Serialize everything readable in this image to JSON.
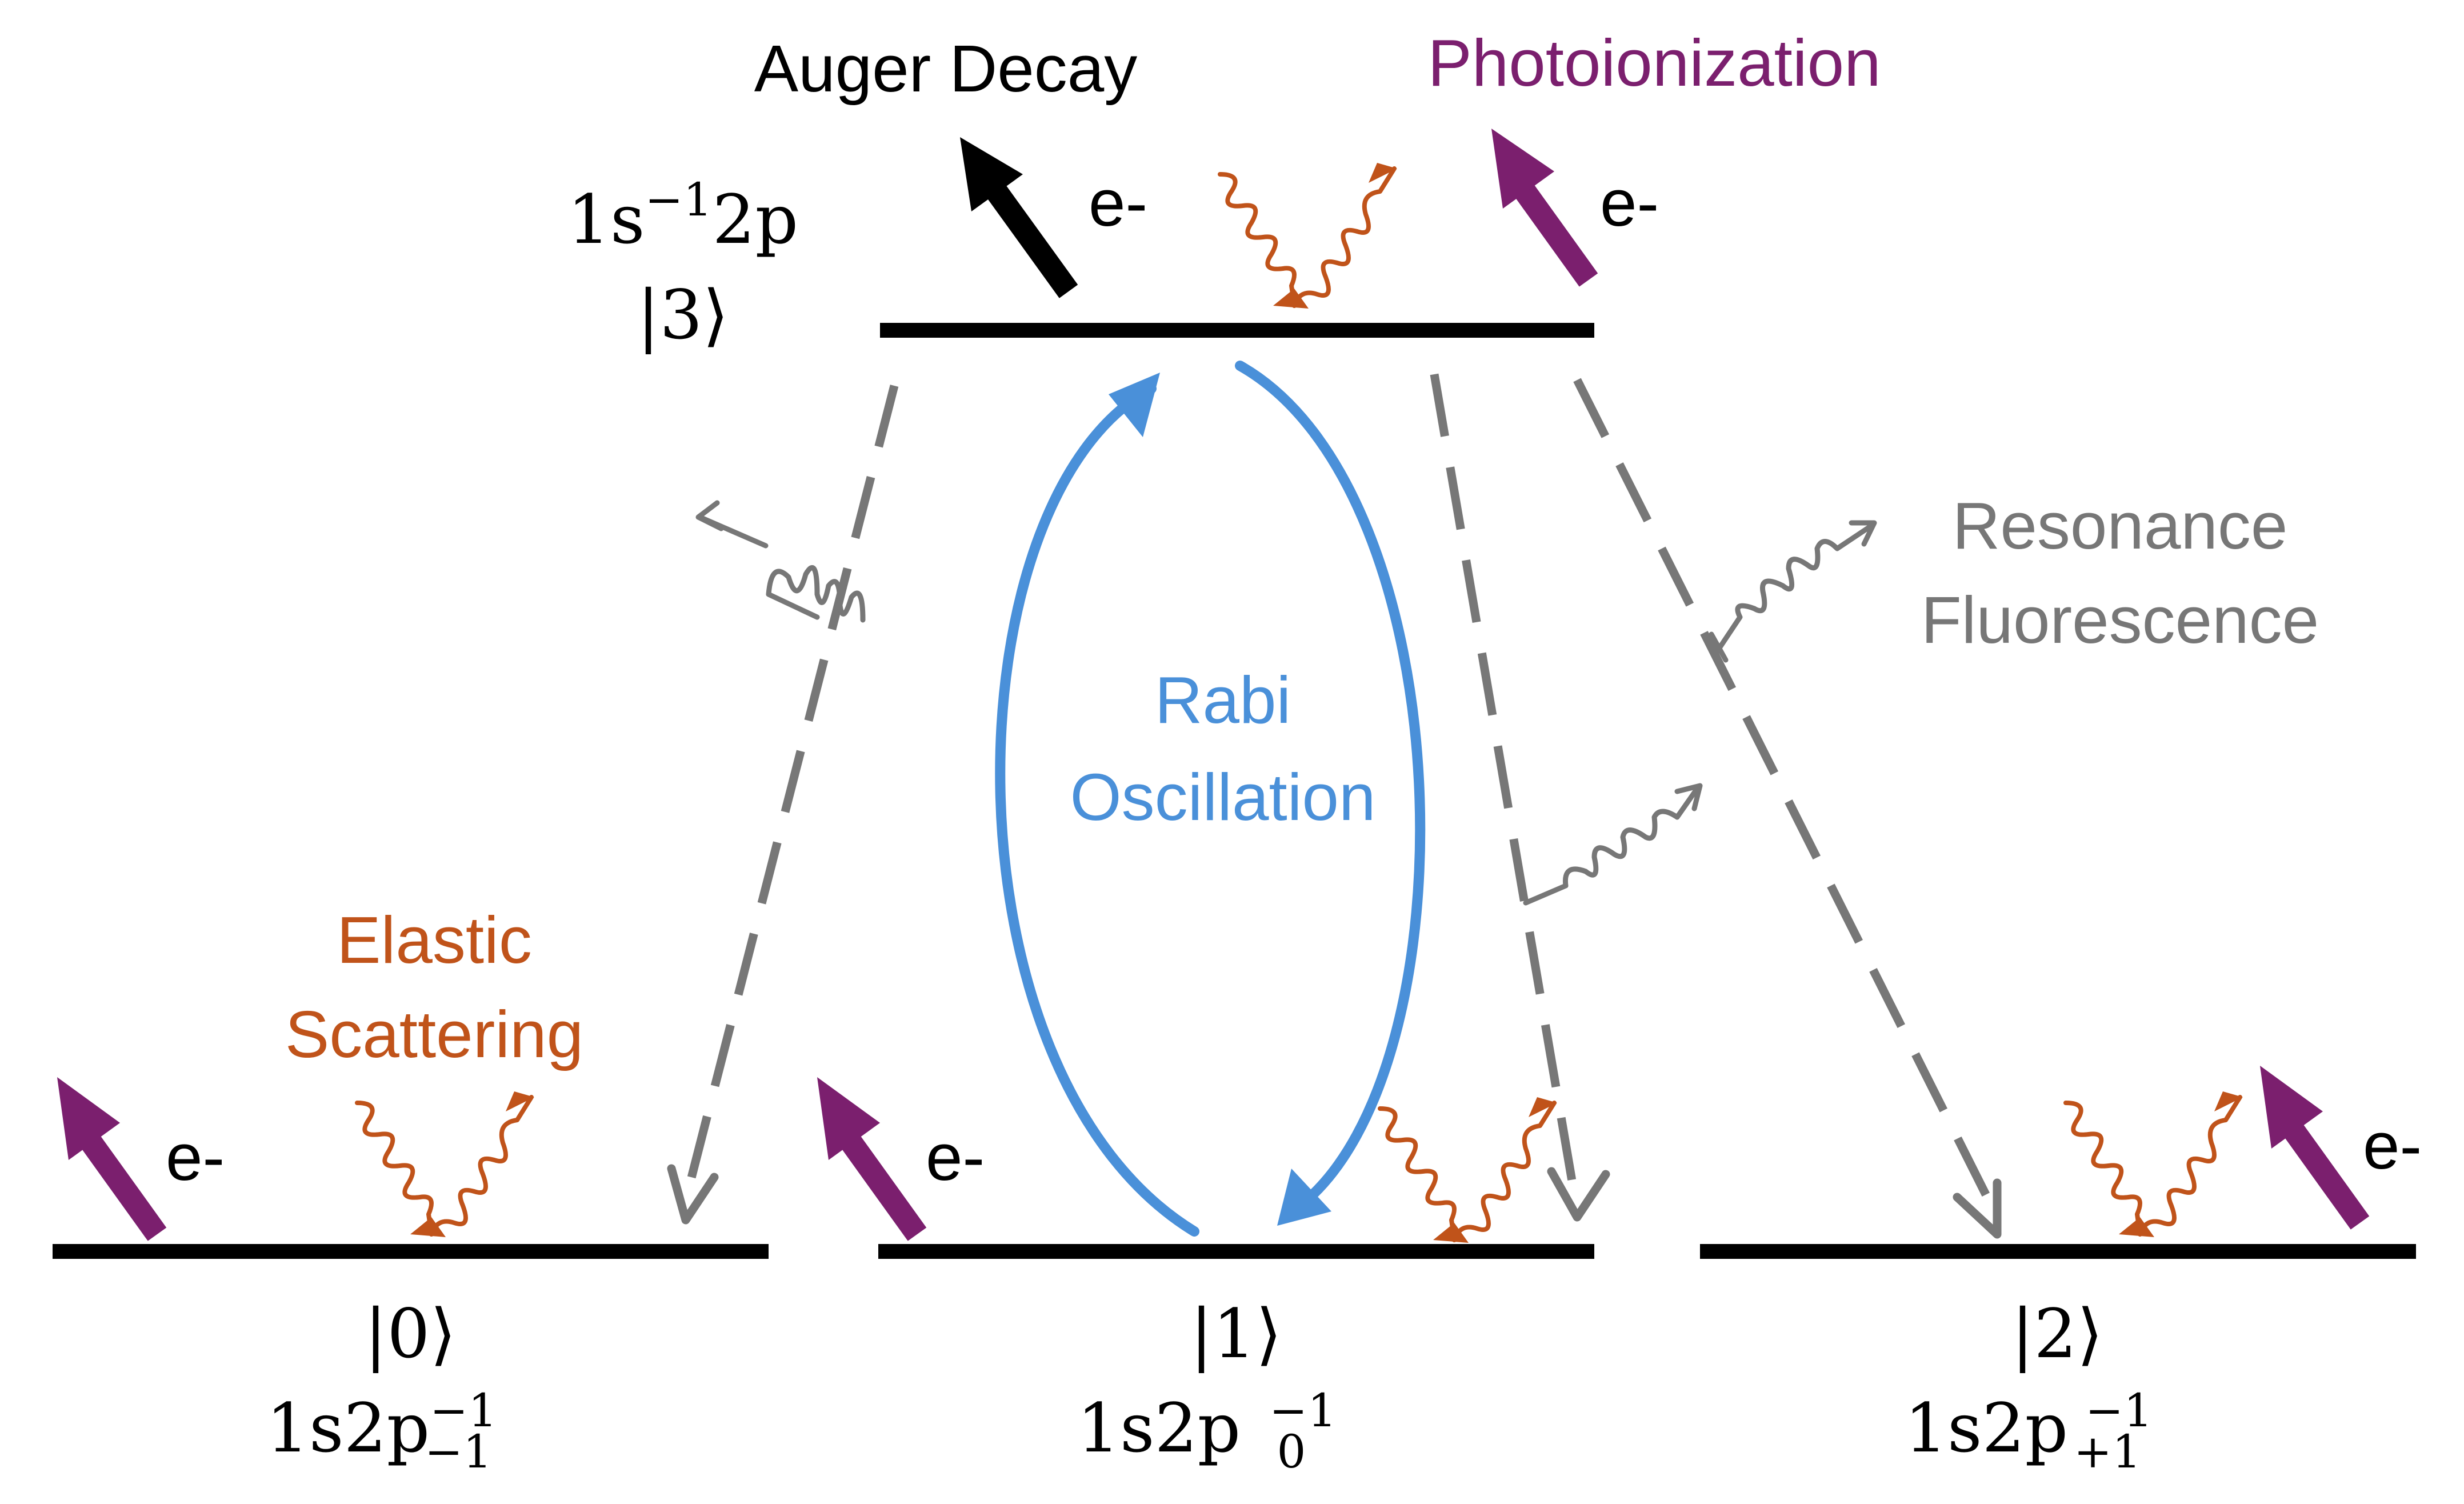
{
  "colors": {
    "level": "#000000",
    "rabi": "#4a90d9",
    "decay": "#777777",
    "photoionization": "#7b1f6e",
    "elastic": "#c0531a",
    "auger": "#000000"
  },
  "labels": {
    "auger": "Auger Decay",
    "photoionization": "Photoionization",
    "resonance_line1": "Resonance",
    "resonance_line2": "Fluorescence",
    "rabi_line1": "Rabi",
    "rabi_line2": "Oscillation",
    "elastic_line1": "Elastic",
    "elastic_line2": "Scattering",
    "electron": "e-"
  },
  "states": {
    "s3": {
      "ket": "|3⟩",
      "config_base": "1s",
      "config_sup": "−1",
      "config_tail": "2p"
    },
    "s0": {
      "ket": "|0⟩",
      "config_base": "1s2p",
      "config_sub": "−1",
      "config_sup": "−1"
    },
    "s1": {
      "ket": "|1⟩",
      "config_base": "1s2p",
      "config_sub": "0",
      "config_sup": "−1"
    },
    "s2": {
      "ket": "|2⟩",
      "config_base": "1s2p",
      "config_sub": "+1",
      "config_sup": "−1"
    }
  },
  "icons": {
    "photon": "wavy-photon-icon",
    "electron_arrow": "electron-arrow-icon"
  }
}
